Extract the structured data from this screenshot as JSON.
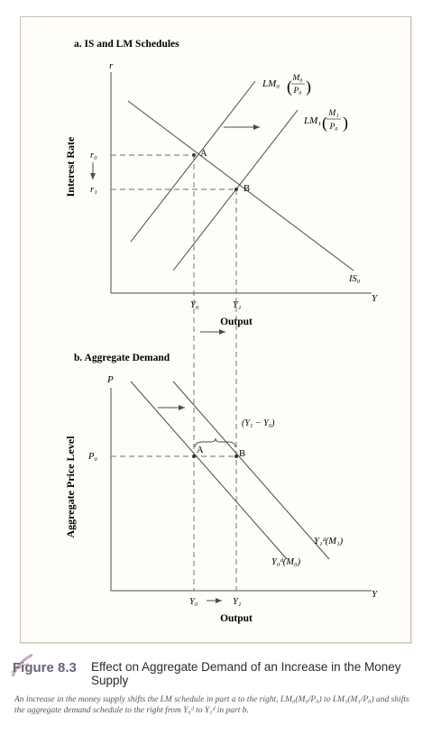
{
  "colors": {
    "line": "#4a4a4a",
    "dash": "#6a6a6a",
    "caption_label": "#6e5f77",
    "panel_border": "#c9c2b6"
  },
  "panel_a": {
    "title": "a. IS and LM Schedules",
    "y_axis_symbol": "r",
    "y_axis_label": "Interest Rate",
    "x_axis_symbol": "Y",
    "x_axis_label": "Output",
    "r0": "r₀",
    "r1": "r₁",
    "y0": "Y₀",
    "y1": "Y₁",
    "point_a": "A",
    "point_b": "B",
    "lm0_prefix": "LM₀",
    "lm0_num": "M₀",
    "lm0_den": "P₀",
    "lm1_prefix": "LM₁",
    "lm1_num": "M₁",
    "lm1_den": "P₀",
    "is_label": "IS₀"
  },
  "panel_b": {
    "title": "b. Aggregate Demand",
    "y_axis_symbol": "P",
    "y_axis_label": "Aggregate Price Level",
    "x_axis_symbol": "Y",
    "x_axis_label": "Output",
    "p0": "P₀",
    "y0": "Y₀",
    "y1": "Y₁",
    "point_a": "A",
    "point_b": "B",
    "shift_label": "(Y₁ − Y₀)",
    "ad0_label": "Y₀ᵈ(M₀)",
    "ad1_label": "Y₁ᵈ(M₁)"
  },
  "caption": {
    "label": "Figure",
    "number": "8.3",
    "title": "Effect on Aggregate Demand of an Increase in the Money Supply",
    "body": "An increase in the money supply shifts the LM schedule in part a to the right, LM₀(M₀/P₀) to LM₁(M₁/P₀) and shifts the aggregate demand schedule to the right from Y₀ᵈ to Y₁ᵈ in part b."
  }
}
